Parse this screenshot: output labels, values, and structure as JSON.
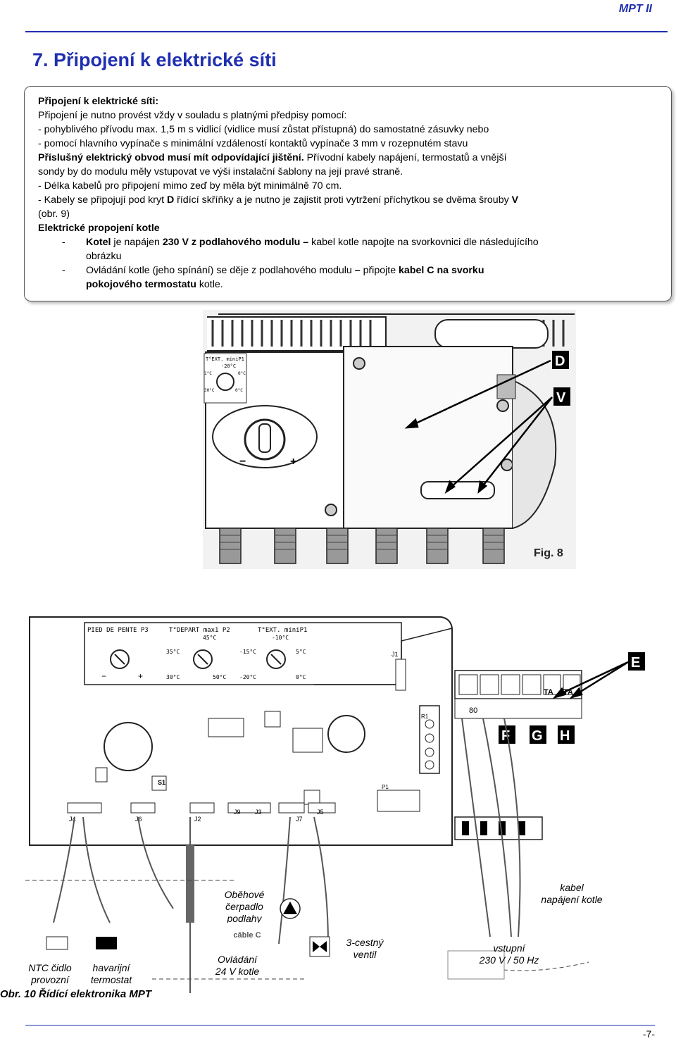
{
  "header": {
    "label": "MPT II"
  },
  "section": {
    "title": "7.  Připojení k elektrické síti"
  },
  "box": {
    "heading": "Připojení k elektrické síti:",
    "intro": "Připojení je nutno provést vždy v souladu s platnými předpisy pomocí:",
    "items": [
      "-  pohyblivého přívodu max. 1,5 m s vidlicí (vidlice musí zůstat přístupná) do samostatné zásuvky nebo",
      "-  pomocí hlavního vypínače s minimální vzdáleností kontaktů  vypínače 3 mm v rozepnutém stavu"
    ],
    "fuse_bold": "Příslušný elektrický obvod musí mít odpovídající jištění.",
    "fuse_rest": " Přívodní kabely napájení, termostatů a vnější",
    "sondy": "sondy by do modulu měly vstupovat ve výši instalační šablony na její pravé straně.",
    "length": "-  Délka kabelů pro připojení mimo zeď by měla být minimálně 70 cm.",
    "cover_a": "-  Kabely se připojují pod kryt ",
    "cover_d": "D",
    "cover_b": " řídící skříňky a je nutno je zajistit proti vytržení příchytkou se dvěma šrouby ",
    "cover_v": "V",
    "cover_obr": "   (obr. 9)",
    "elec_heading": "Elektrické propojení kotle",
    "kotel_dash": "-",
    "kotel_b1": "Kotel",
    "kotel_t1": " je napájen ",
    "kotel_b2": "230 V z podlahového modulu –",
    "kotel_t2": " kabel kotle napojte na svorkovnici dle následujícího",
    "kotel_t3": "obrázku",
    "ovl_dash": "-",
    "ovl_t1": "Ovládání kotle (jeho spínání) se děje z podlahového modulu ",
    "ovl_b1": "–",
    "ovl_t2": " připojte ",
    "ovl_b2": "kabel C na svorku",
    "ovl_b3": "pokojového termostatu",
    "ovl_t3": " kotle."
  },
  "fig8": {
    "label": "Fig. 8",
    "callout_d": "D",
    "callout_v": "V",
    "dial_minus": "−",
    "dial_plus": "+",
    "knob_text": "T°EXT. miniP1",
    "knob_scale_top": "-20°C",
    "knob_scale_l": "1°C",
    "knob_scale_r": "0°C",
    "knob_scale_bl": "30°C",
    "knob_scale_br": "0°C"
  },
  "fig10": {
    "panel_labels": [
      "PIED DE PENTE P3",
      "T°DEPART max1 P2",
      "T°EXT. miniP1"
    ],
    "scale_45a": "45°C",
    "scale_35": "35°C",
    "scale_30": "30°C",
    "scale_50": "50°C",
    "scale_m10": "-10°C",
    "scale_m15": "-15°C",
    "scale_5": "5°C",
    "scale_m20": "-20°C",
    "scale_0": "0°C",
    "minus": "−",
    "plus": "+",
    "connectors": [
      "J4",
      "J6",
      "J2",
      "J9",
      "J3",
      "J7",
      "J5",
      "J1"
    ],
    "s1": "S1",
    "r1": "R1",
    "p1": "P1",
    "ta": "TA",
    "ta2": "TA",
    "v80": "80",
    "callout_e": "E",
    "callout_f": "F",
    "callout_g": "G",
    "callout_h": "H",
    "captions": {
      "pump": "Oběhové\nčerpadlo\npodlahy",
      "cable_c": "câble C",
      "valve": "3-cestný\nventil",
      "ctrl": "Ovládání\n24 V kotle",
      "supply": "kabel\nnapájení kotle",
      "input": "vstupní\n230 V / 50 Hz",
      "ntc": "NTC čidlo\nprovozní",
      "emergency": "havarijní\ntermostat"
    },
    "obr_caption": "Obr. 10 Řídící elektronika MPT"
  },
  "footer": {
    "page": "-7-"
  },
  "colors": {
    "accent": "#1f2fb0"
  }
}
